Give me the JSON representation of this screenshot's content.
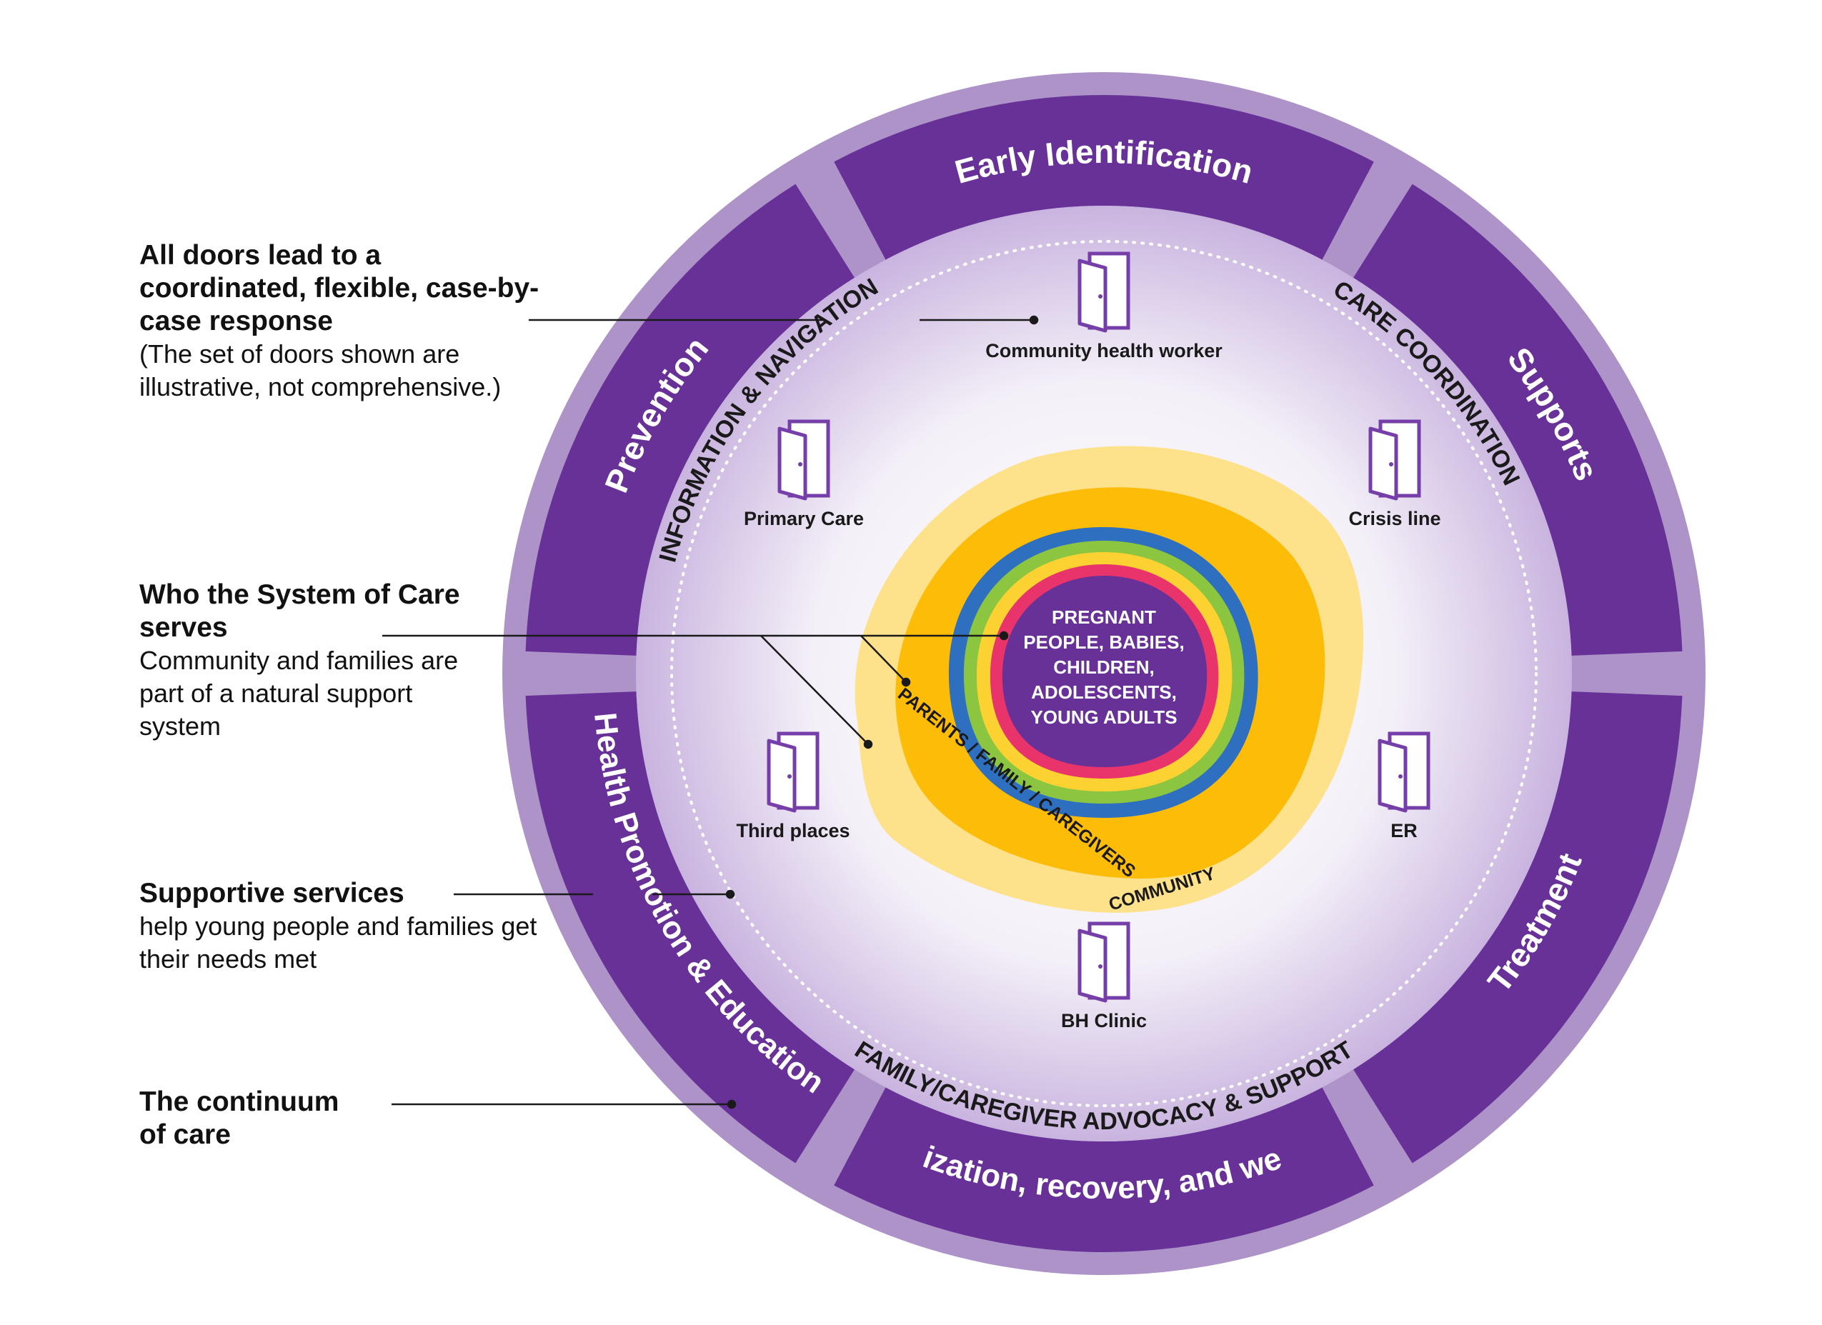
{
  "callouts": [
    {
      "title": "All doors lead to a coordinated, flexible, case-by-case response",
      "desc": "(The set of doors shown are illustrative, not comprehensive.)"
    },
    {
      "title": "Who the System of Care serves",
      "desc": "Community and families are part of a natural support system"
    },
    {
      "title": "Supportive services",
      "desc": "help young people and families get their needs met"
    },
    {
      "title": "The continuum of care",
      "desc": ""
    }
  ],
  "continuum": [
    "Early Identification",
    "Supports",
    "Treatment",
    "Stabilization, recovery, and wellness",
    "Health Promotion & Education",
    "Prevention"
  ],
  "services": [
    "INFORMATION & NAVIGATION",
    "CARE COORDINATION",
    "FAMILY/CAREGIVER ADVOCACY & SUPPORT"
  ],
  "doors": [
    "Community health worker",
    "Primary Care",
    "Crisis line",
    "Third places",
    "ER",
    "BH Clinic"
  ],
  "core": {
    "center": [
      "PREGNANT",
      "PEOPLE, BABIES,",
      "CHILDREN,",
      "ADOLESCENTS,",
      "YOUNG ADULTS"
    ],
    "family": "PARENTS / FAMILY / CAREGIVERS",
    "community": "COMMUNITY"
  },
  "colors": {
    "outer_ring": "#ad93c8",
    "segment": "#673198",
    "inner_fill": "#ffffff",
    "inner_edge": "#c9b4df",
    "community": "#fde18b",
    "family": "#fcbc07",
    "blue": "#2f6fc0",
    "green": "#8cc53f",
    "yellow": "#fcd232",
    "pink": "#e8336b",
    "center": "#673198",
    "door": "#763ea8"
  }
}
